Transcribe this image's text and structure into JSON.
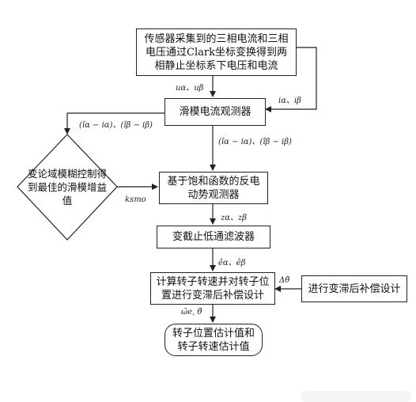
{
  "nodes": {
    "sensor": "传感器采集到的三相电流和三相电压通过Clark坐标变换得到两相静止坐标系下电压和电流",
    "smo": "滑模电流观测器",
    "fuzzy": "变论域模糊控制得到最佳的滑模增益值",
    "bemf": "基于饱和函数的反电动势观测器",
    "lpf": "变截止低通滤波器",
    "calc": "计算转子转速并对转子位置进行变滞后补偿设计",
    "comp": "进行变滞后补偿设计",
    "output": "转子位置估计值和转子转速估计值"
  },
  "labels": {
    "u": "uα、uβ",
    "i": "iα、iβ",
    "err_left": "(îα − iα)、(îβ − iβ)",
    "err_right": "(îα − iα)、(îβ − iβ)",
    "k": "ksmo",
    "z": "zα、zβ",
    "e": "êα、êβ",
    "dtheta": "Δθ̄",
    "wtheta": "ω̄e, θ̄"
  }
}
